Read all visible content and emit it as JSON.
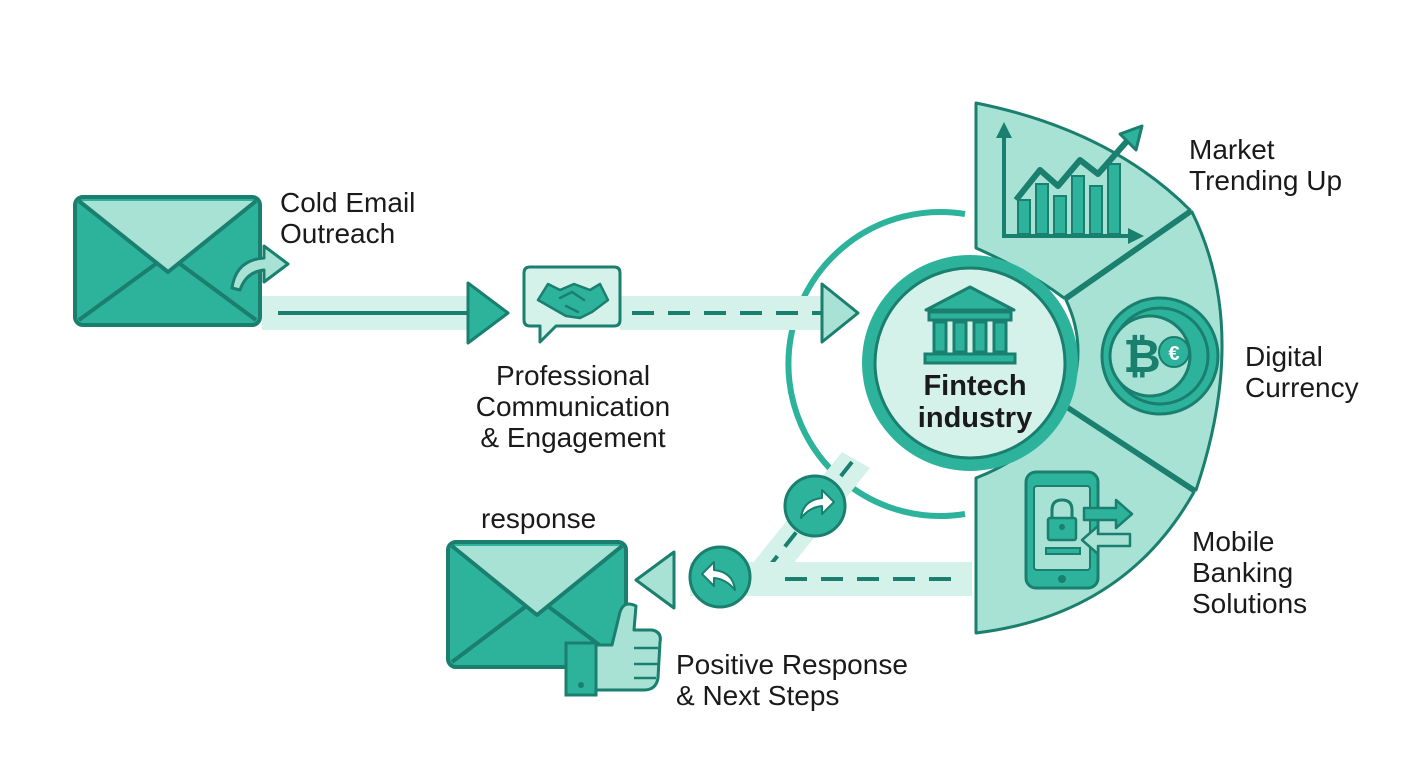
{
  "colors": {
    "dark_teal": "#1a7f6e",
    "teal": "#2db39c",
    "light_teal": "#a8e2d5",
    "pale_teal": "#d4f1ea",
    "text": "#1a1a1a"
  },
  "center": {
    "line1": "Fintech",
    "line2": "industry",
    "icon": "bank-building-icon"
  },
  "steps": {
    "cold_email": {
      "line1": "Cold Email",
      "line2": "Outreach",
      "icon": "envelope-icon"
    },
    "professional": {
      "line1": "Professional",
      "line2": "Communication",
      "line3": "& Engagement",
      "icon": "handshake-chat-icon"
    },
    "response_title": "response",
    "positive": {
      "line1": "Positive Response",
      "line2": "& Next Steps",
      "icon": "envelope-thumbs-up-icon"
    }
  },
  "segments": {
    "market": {
      "line1": "Market",
      "line2": "Trending Up",
      "icon": "trend-chart-icon"
    },
    "digital": {
      "line1": "Digital",
      "line2": "Currency",
      "icon": "bitcoin-euro-coin-icon"
    },
    "mobile": {
      "line1": "Mobile",
      "line2": "Banking",
      "line3": "Solutions",
      "icon": "mobile-lock-transfer-icon"
    }
  }
}
